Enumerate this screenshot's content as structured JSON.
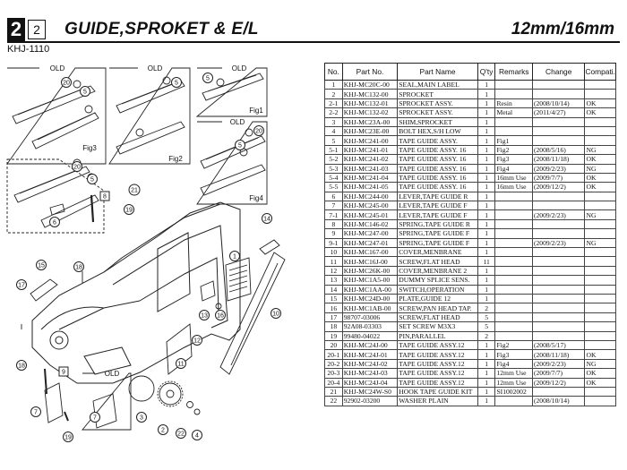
{
  "header": {
    "section": "2",
    "sub": "2",
    "title": "GUIDE,SPROKET & E/L",
    "size": "12mm/16mm",
    "code": "KHJ-1110"
  },
  "diagram": {
    "old_labels": [
      "OLD",
      "OLD",
      "OLD",
      "OLD",
      "OLD"
    ],
    "fig_labels": [
      "Fig1",
      "Fig2",
      "Fig3",
      "Fig4"
    ],
    "callouts": [
      "20",
      "5",
      "5",
      "5",
      "20",
      "5",
      "20",
      "5",
      "8",
      "21",
      "6",
      "19",
      "18",
      "15",
      "17",
      "13",
      "16",
      "12",
      "1",
      "14",
      "10",
      "11",
      "18",
      "9",
      "7",
      "7",
      "19",
      "3",
      "2",
      "22",
      "4"
    ]
  },
  "table": {
    "columns": [
      "No.",
      "Part No.",
      "Part Name",
      "Q'ty",
      "Remarks",
      "Change",
      "Compati."
    ],
    "rows": [
      [
        "1",
        "KHJ-MC20C-00",
        "SEAL,MAIN LABEL",
        "1",
        "",
        "",
        ""
      ],
      [
        "2",
        "KHJ-MC132-00",
        "SPROCKET",
        "1",
        "",
        "",
        ""
      ],
      [
        "2-1",
        "KHJ-MC132-01",
        "SPROCKET ASSY.",
        "1",
        "Resin",
        "(2008/10/14)",
        "OK"
      ],
      [
        "2-2",
        "KHJ-MC132-02",
        "SPROCKET ASSY.",
        "1",
        "Metal",
        "(2011/4/27)",
        "OK"
      ],
      [
        "3",
        "KHJ-MC23A-00",
        "SHIM,SPROCKET",
        "1",
        "",
        "",
        ""
      ],
      [
        "4",
        "KHJ-MC23E-00",
        "BOLT HEX,S/H LOW",
        "1",
        "",
        "",
        ""
      ],
      [
        "5",
        "KHJ-MC241-00",
        "TAPE GUIDE ASSY.",
        "1",
        "Fig1",
        "",
        ""
      ],
      [
        "5-1",
        "KHJ-MC241-01",
        "TAPE GUIDE ASSY. 16",
        "1",
        "Fig2",
        "(2008/5/16)",
        "NG"
      ],
      [
        "5-2",
        "KHJ-MC241-02",
        "TAPE GUIDE ASSY. 16",
        "1",
        "Fig3",
        "(2008/11/18)",
        "OK"
      ],
      [
        "5-3",
        "KHJ-MC241-03",
        "TAPE GUIDE ASSY. 16",
        "1",
        "Fig4",
        "(2009/2/23)",
        "NG"
      ],
      [
        "5-4",
        "KHJ-MC241-04",
        "TAPE GUIDE ASSY. 16",
        "1",
        "16mm Use",
        "(2009/7/7)",
        "OK"
      ],
      [
        "5-5",
        "KHJ-MC241-05",
        "TAPE GUIDE ASSY. 16",
        "1",
        "16mm Use",
        "(2009/12/2)",
        "OK"
      ],
      [
        "6",
        "KHJ-MC244-00",
        "LEVER,TAPE GUIDE R",
        "1",
        "",
        "",
        ""
      ],
      [
        "7",
        "KHJ-MC245-00",
        "LEVER,TAPE GUIDE F",
        "1",
        "",
        "",
        ""
      ],
      [
        "7-1",
        "KHJ-MC245-01",
        "LEVER,TAPE GUIDE F",
        "1",
        "",
        "(2009/2/23)",
        "NG"
      ],
      [
        "8",
        "KHJ-MC146-02",
        "SPRING,TAPE GUIDE R",
        "1",
        "",
        "",
        ""
      ],
      [
        "9",
        "KHJ-MC247-00",
        "SPRING,TAPE GUIDE F",
        "1",
        "",
        "",
        ""
      ],
      [
        "9-1",
        "KHJ-MC247-01",
        "SPRING,TAPE GUIDE F",
        "1",
        "",
        "(2009/2/23)",
        "NG"
      ],
      [
        "10",
        "KHJ-MC167-00",
        "COVER,MENBRANE",
        "1",
        "",
        "",
        ""
      ],
      [
        "11",
        "KHJ-MC16J-00",
        "SCREW,FLAT HEAD",
        "11",
        "",
        "",
        ""
      ],
      [
        "12",
        "KHJ-MC26K-00",
        "COVER,MENBRANE 2",
        "1",
        "",
        "",
        ""
      ],
      [
        "13",
        "KHJ-MC1A5-00",
        "DUMMY SPLICE SENS.",
        "1",
        "",
        "",
        ""
      ],
      [
        "14",
        "KHJ-MC1AA-00",
        "SWITCH,OPERATION",
        "1",
        "",
        "",
        ""
      ],
      [
        "15",
        "KHJ-MC24D-00",
        "PLATE,GUIDE 12",
        "1",
        "",
        "",
        ""
      ],
      [
        "16",
        "KHJ-MC1AB-00",
        "SCREW,PAN HEAD TAP.",
        "2",
        "",
        "",
        ""
      ],
      [
        "17",
        "98707-03006",
        "SCREW,FLAT HEAD",
        "5",
        "",
        "",
        ""
      ],
      [
        "18",
        "92A08-03303",
        "SET SCREW  M3X3",
        "5",
        "",
        "",
        ""
      ],
      [
        "19",
        "99480-04022",
        "PIN,PARALLEL",
        "2",
        "",
        "",
        ""
      ],
      [
        "20",
        "KHJ-MC24J-00",
        "TAPE GUIDE ASSY.12",
        "1",
        "Fig2",
        "(2008/5/17)",
        ""
      ],
      [
        "20-1",
        "KHJ-MC24J-01",
        "TAPE GUIDE ASSY.12",
        "1",
        "Fig3",
        "(2008/11/18)",
        "OK"
      ],
      [
        "20-2",
        "KHJ-MC24J-02",
        "TAPE GUIDE ASSY.12",
        "1",
        "Fig4",
        "(2009/2/23)",
        "NG"
      ],
      [
        "20-3",
        "KHJ-MC24J-03",
        "TAPE GUIDE ASSY.12",
        "1",
        "12mm Use",
        "(2009/7/7)",
        "OK"
      ],
      [
        "20-4",
        "KHJ-MC24J-04",
        "TAPE GUIDE ASSY.12",
        "1",
        "12mm Use",
        "(2009/12/2)",
        "OK"
      ],
      [
        "21",
        "KHJ-MC24W-S0",
        "HOOK TAPE GUIDE KIT",
        "1",
        "SI1002002",
        "",
        ""
      ],
      [
        "22",
        "92902-03200",
        "WASHER PLAIN",
        "1",
        "",
        "(2008/10/14)",
        ""
      ]
    ]
  }
}
